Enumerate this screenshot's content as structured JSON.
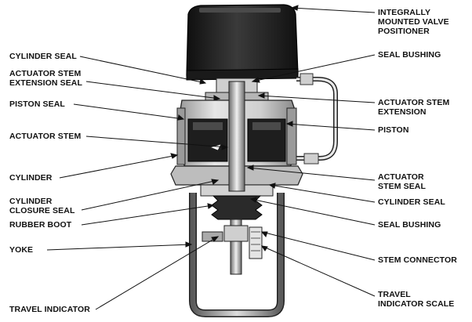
{
  "colors": {
    "ink": "#111111",
    "housing_dark": "#1c1c1c",
    "metal_mid": "#7a7a7a",
    "metal_light": "#d9d9d9",
    "background": "#ffffff"
  },
  "labels_left": {
    "cylinder_seal": "CYLINDER SEAL",
    "actuator_stem_extension_seal": "ACTUATOR STEM\nEXTENSION SEAL",
    "piston_seal": "PISTON SEAL",
    "actuator_stem": "ACTUATOR STEM",
    "cylinder": "CYLINDER",
    "cylinder_closure_seal": "CYLINDER\nCLOSURE SEAL",
    "rubber_boot": "RUBBER BOOT",
    "yoke": "YOKE",
    "travel_indicator": "TRAVEL INDICATOR"
  },
  "labels_right": {
    "integrally_mounted_valve_positioner": "INTEGRALLY\nMOUNTED VALVE\nPOSITIONER",
    "seal_bushing_top": "SEAL BUSHING",
    "actuator_stem_extension": "ACTUATOR STEM\nEXTENSION",
    "piston": "PISTON",
    "actuator_stem_seal": "ACTUATOR\nSTEM SEAL",
    "cylinder_seal": "CYLINDER SEAL",
    "seal_bushing_bottom": "SEAL BUSHING",
    "stem_connector": "STEM CONNECTOR",
    "travel_indicator_scale": "TRAVEL\nINDICATOR SCALE"
  }
}
